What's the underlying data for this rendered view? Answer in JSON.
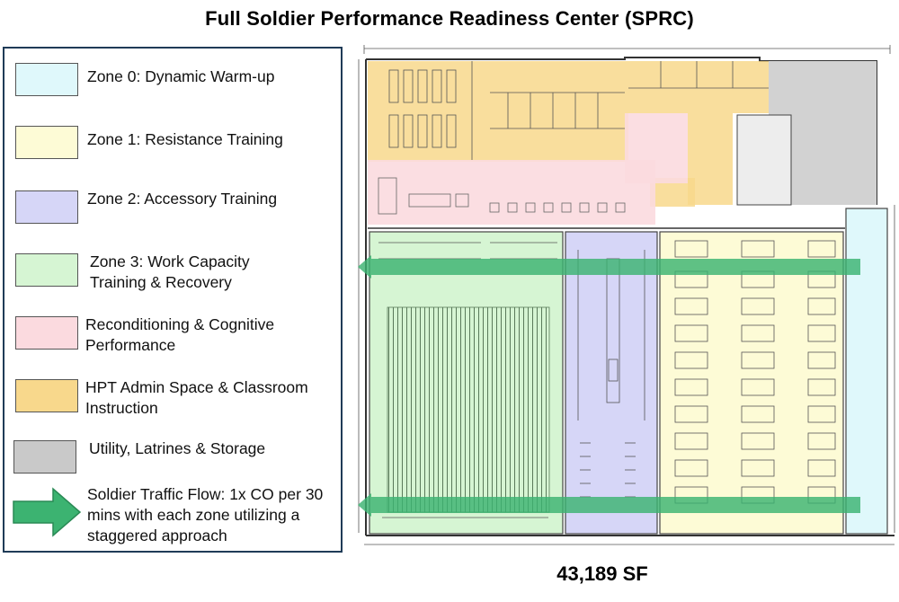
{
  "title": "Full Soldier Performance Readiness Center (SPRC)",
  "legend": {
    "items": [
      {
        "label": "Zone 0: Dynamic Warm-up",
        "color": "#dff8fb"
      },
      {
        "label": "Zone 1: Resistance Training",
        "color": "#fdfbd6"
      },
      {
        "label": "Zone 2: Accessory Training",
        "color": "#d6d6f7"
      },
      {
        "label": "Zone 3: Work Capacity Training & Recovery",
        "line1": "Zone 3: Work Capacity",
        "line2": "Training & Recovery",
        "color": "#d6f5d3"
      },
      {
        "label": "Reconditioning & Cognitive Performance",
        "line1": "Reconditioning & Cognitive",
        "line2": "Performance",
        "color": "#fbdadf"
      },
      {
        "label": "HPT Admin Space & Classroom Instruction",
        "line1": "HPT Admin Space & Classroom",
        "line2": "Instruction",
        "color": "#f8d88c"
      },
      {
        "label": "Utility, Latrines & Storage",
        "color": "#c9c9c9"
      }
    ],
    "flow": {
      "line1": "Soldier Traffic Flow: 1x CO per 30",
      "line2": "mins with each zone utilizing a",
      "line3": "staggered approach",
      "color": "#3cb371"
    }
  },
  "floorplan": {
    "area": "43,189 SF"
  }
}
